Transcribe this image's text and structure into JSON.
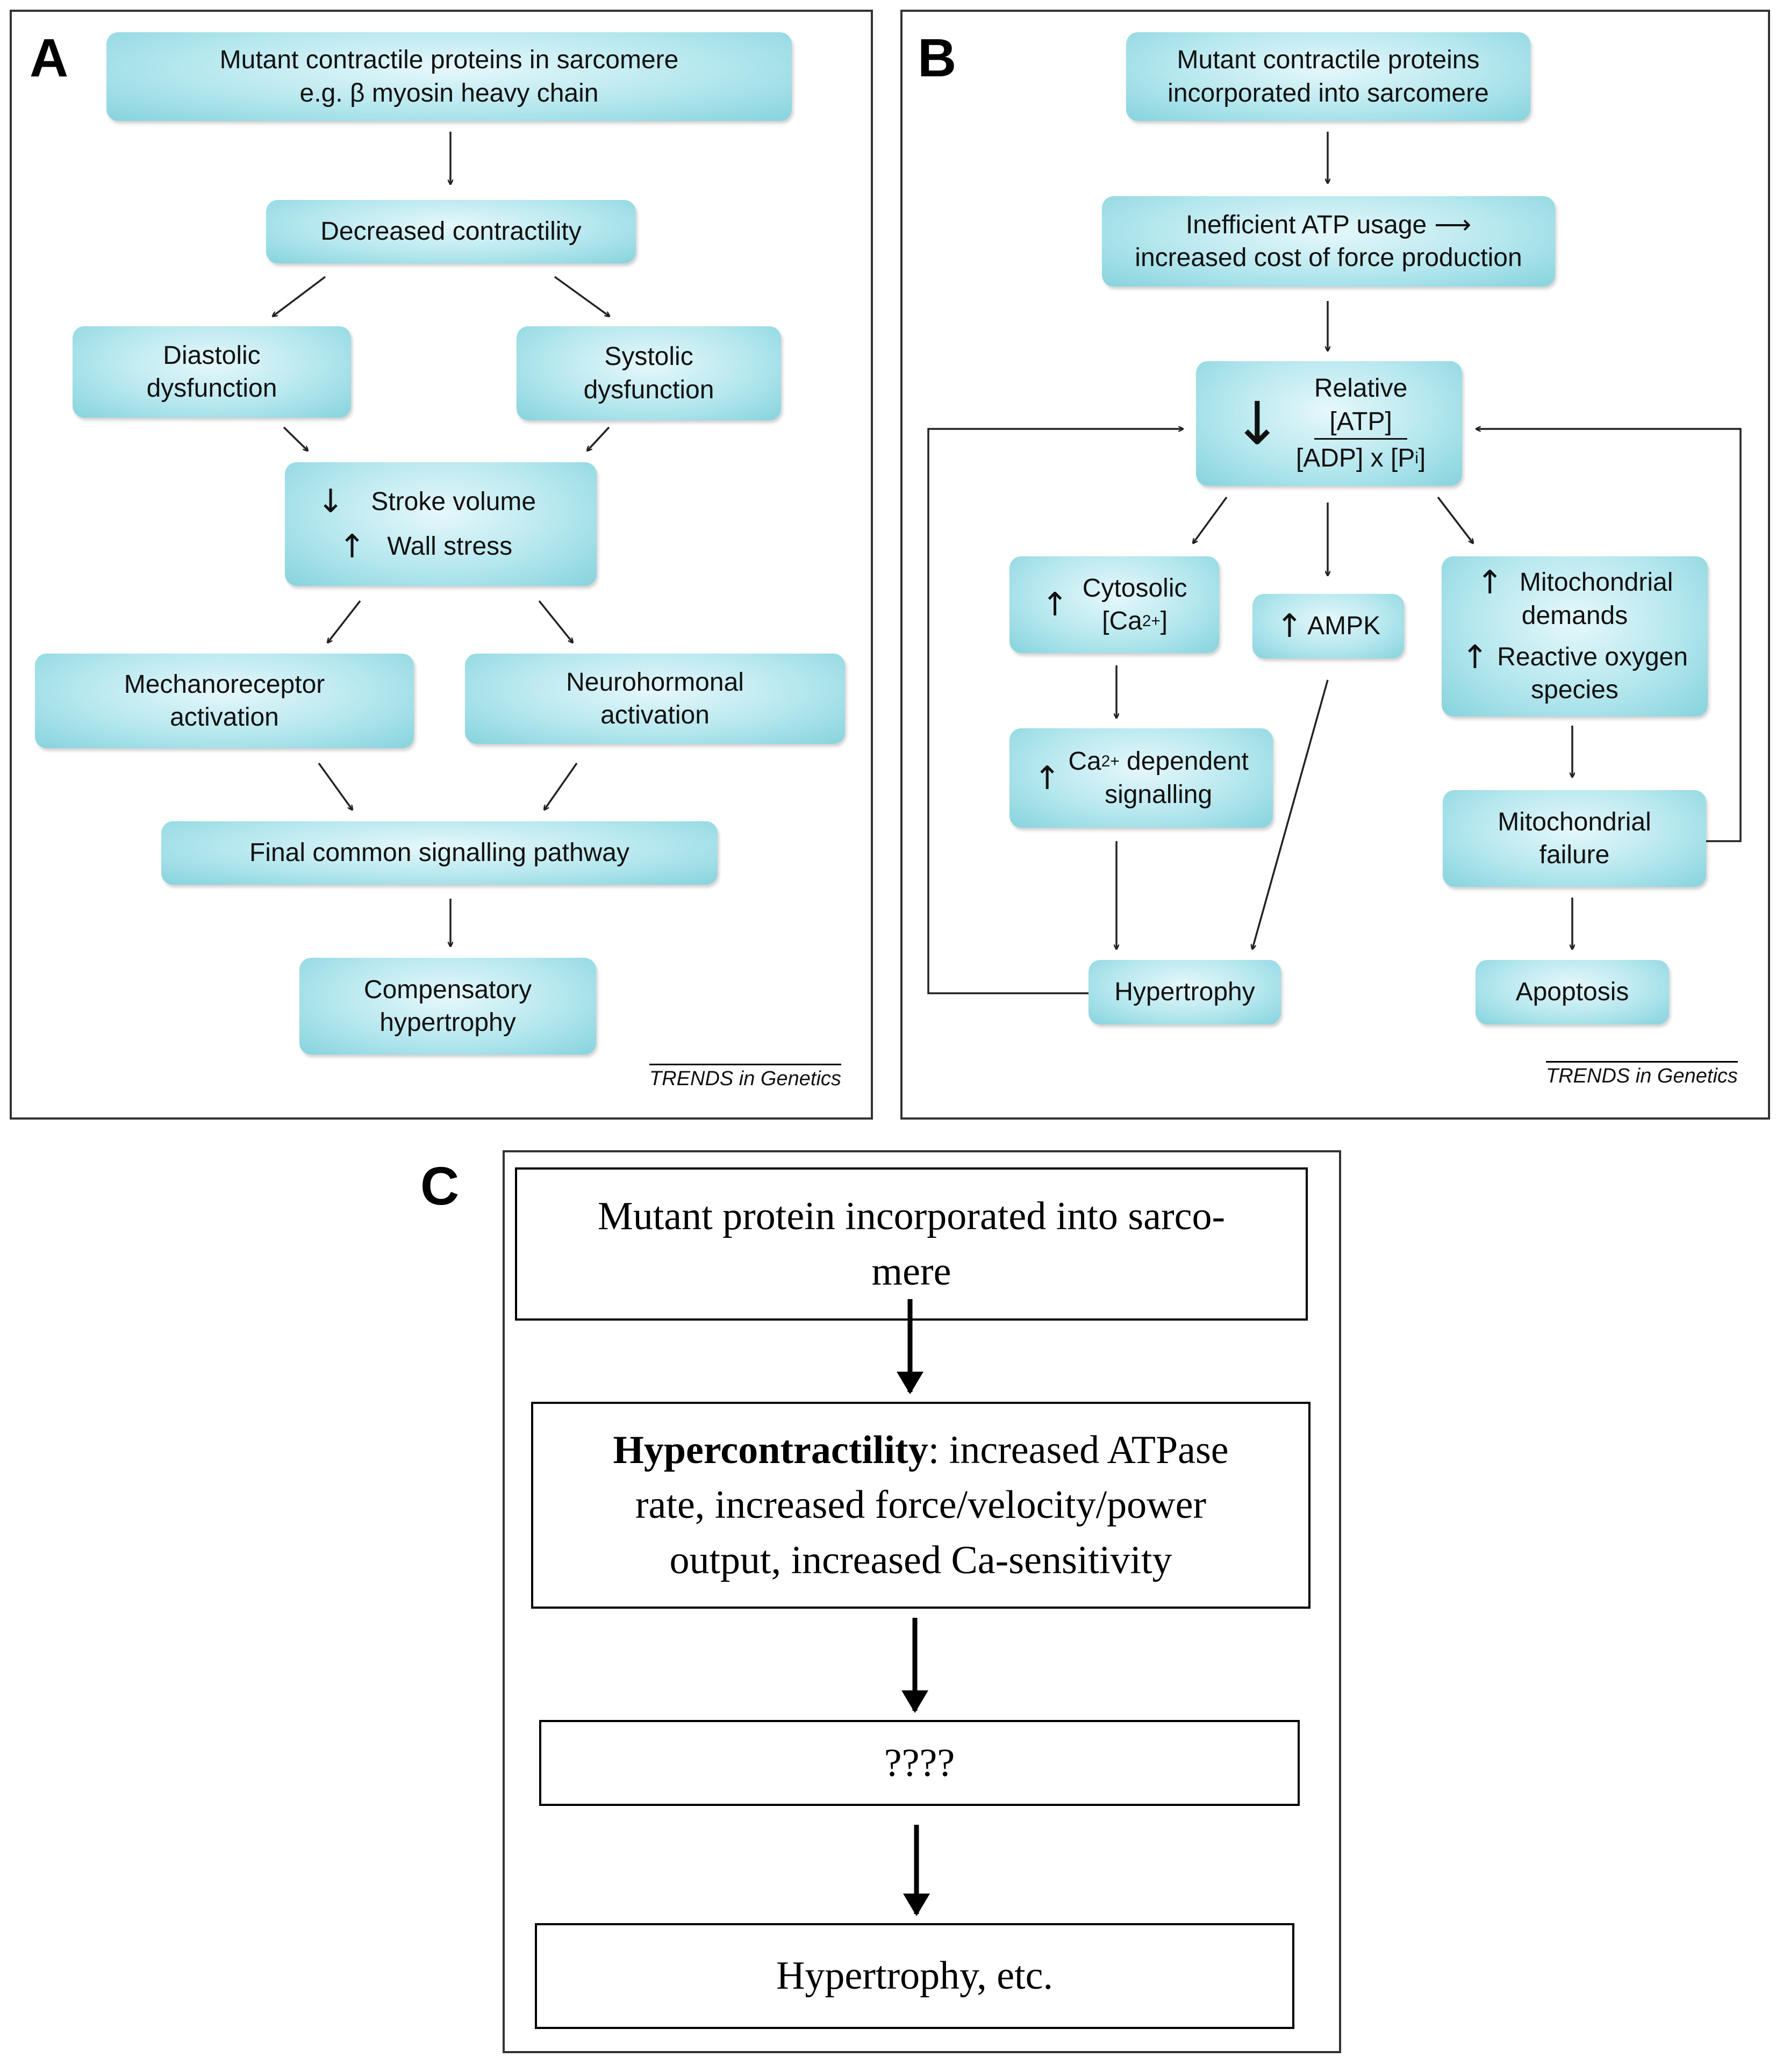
{
  "panels": {
    "a": {
      "label": "A",
      "top": "Mutant contractile proteins in sarcomere\ne.g. β myosin heavy chain",
      "decreased": "Decreased contractility",
      "diastolic": "Diastolic\ndysfunction",
      "systolic": "Systolic\ndysfunction",
      "stroke": "Stroke volume",
      "wall": "Wall stress",
      "mechano": "Mechanoreceptor\nactivation",
      "neuro": "Neurohormonal\nactivation",
      "final": "Final common signalling pathway",
      "comp": "Compensatory\nhypertrophy",
      "footer": "TRENDS in Genetics"
    },
    "b": {
      "label": "B",
      "top": "Mutant contractile proteins\nincorporated into sarcomere",
      "atp_line1": "Inefficient ATP usage",
      "atp_line2": "increased cost of force production",
      "relative": "Relative",
      "numerator": "[ATP]",
      "denominator_a": "[ADP] x [P",
      "denominator_sub": "i",
      "denominator_b": "]",
      "cyto": "Cytosolic",
      "cyto_ca": "[Ca",
      "cyto_sup": "2+",
      "cyto_end": "]",
      "ampk": "AMPK",
      "mito1": "Mitochondrial",
      "mito2": "demands",
      "ros1": "Reactive oxygen",
      "ros2": "species",
      "ca_dep_ca": "Ca",
      "ca_dep_sup": "2+",
      "ca_dep_rest": " dependent",
      "ca_dep_line2": "signalling",
      "mitofail": "Mitochondrial\nfailure",
      "hypertrophy": "Hypertrophy",
      "apoptosis": "Apoptosis",
      "footer": "TRENDS in Genetics"
    },
    "c": {
      "label": "C",
      "box1": "Mutant protein incorporated into sarco-\nmere",
      "box2_bold": "Hypercontractility",
      "box2_rest": ": increased ATPase rate, increased force/velocity/power output, increased Ca-sensitivity",
      "box3": "????",
      "box4": "Hypertrophy, etc."
    }
  }
}
